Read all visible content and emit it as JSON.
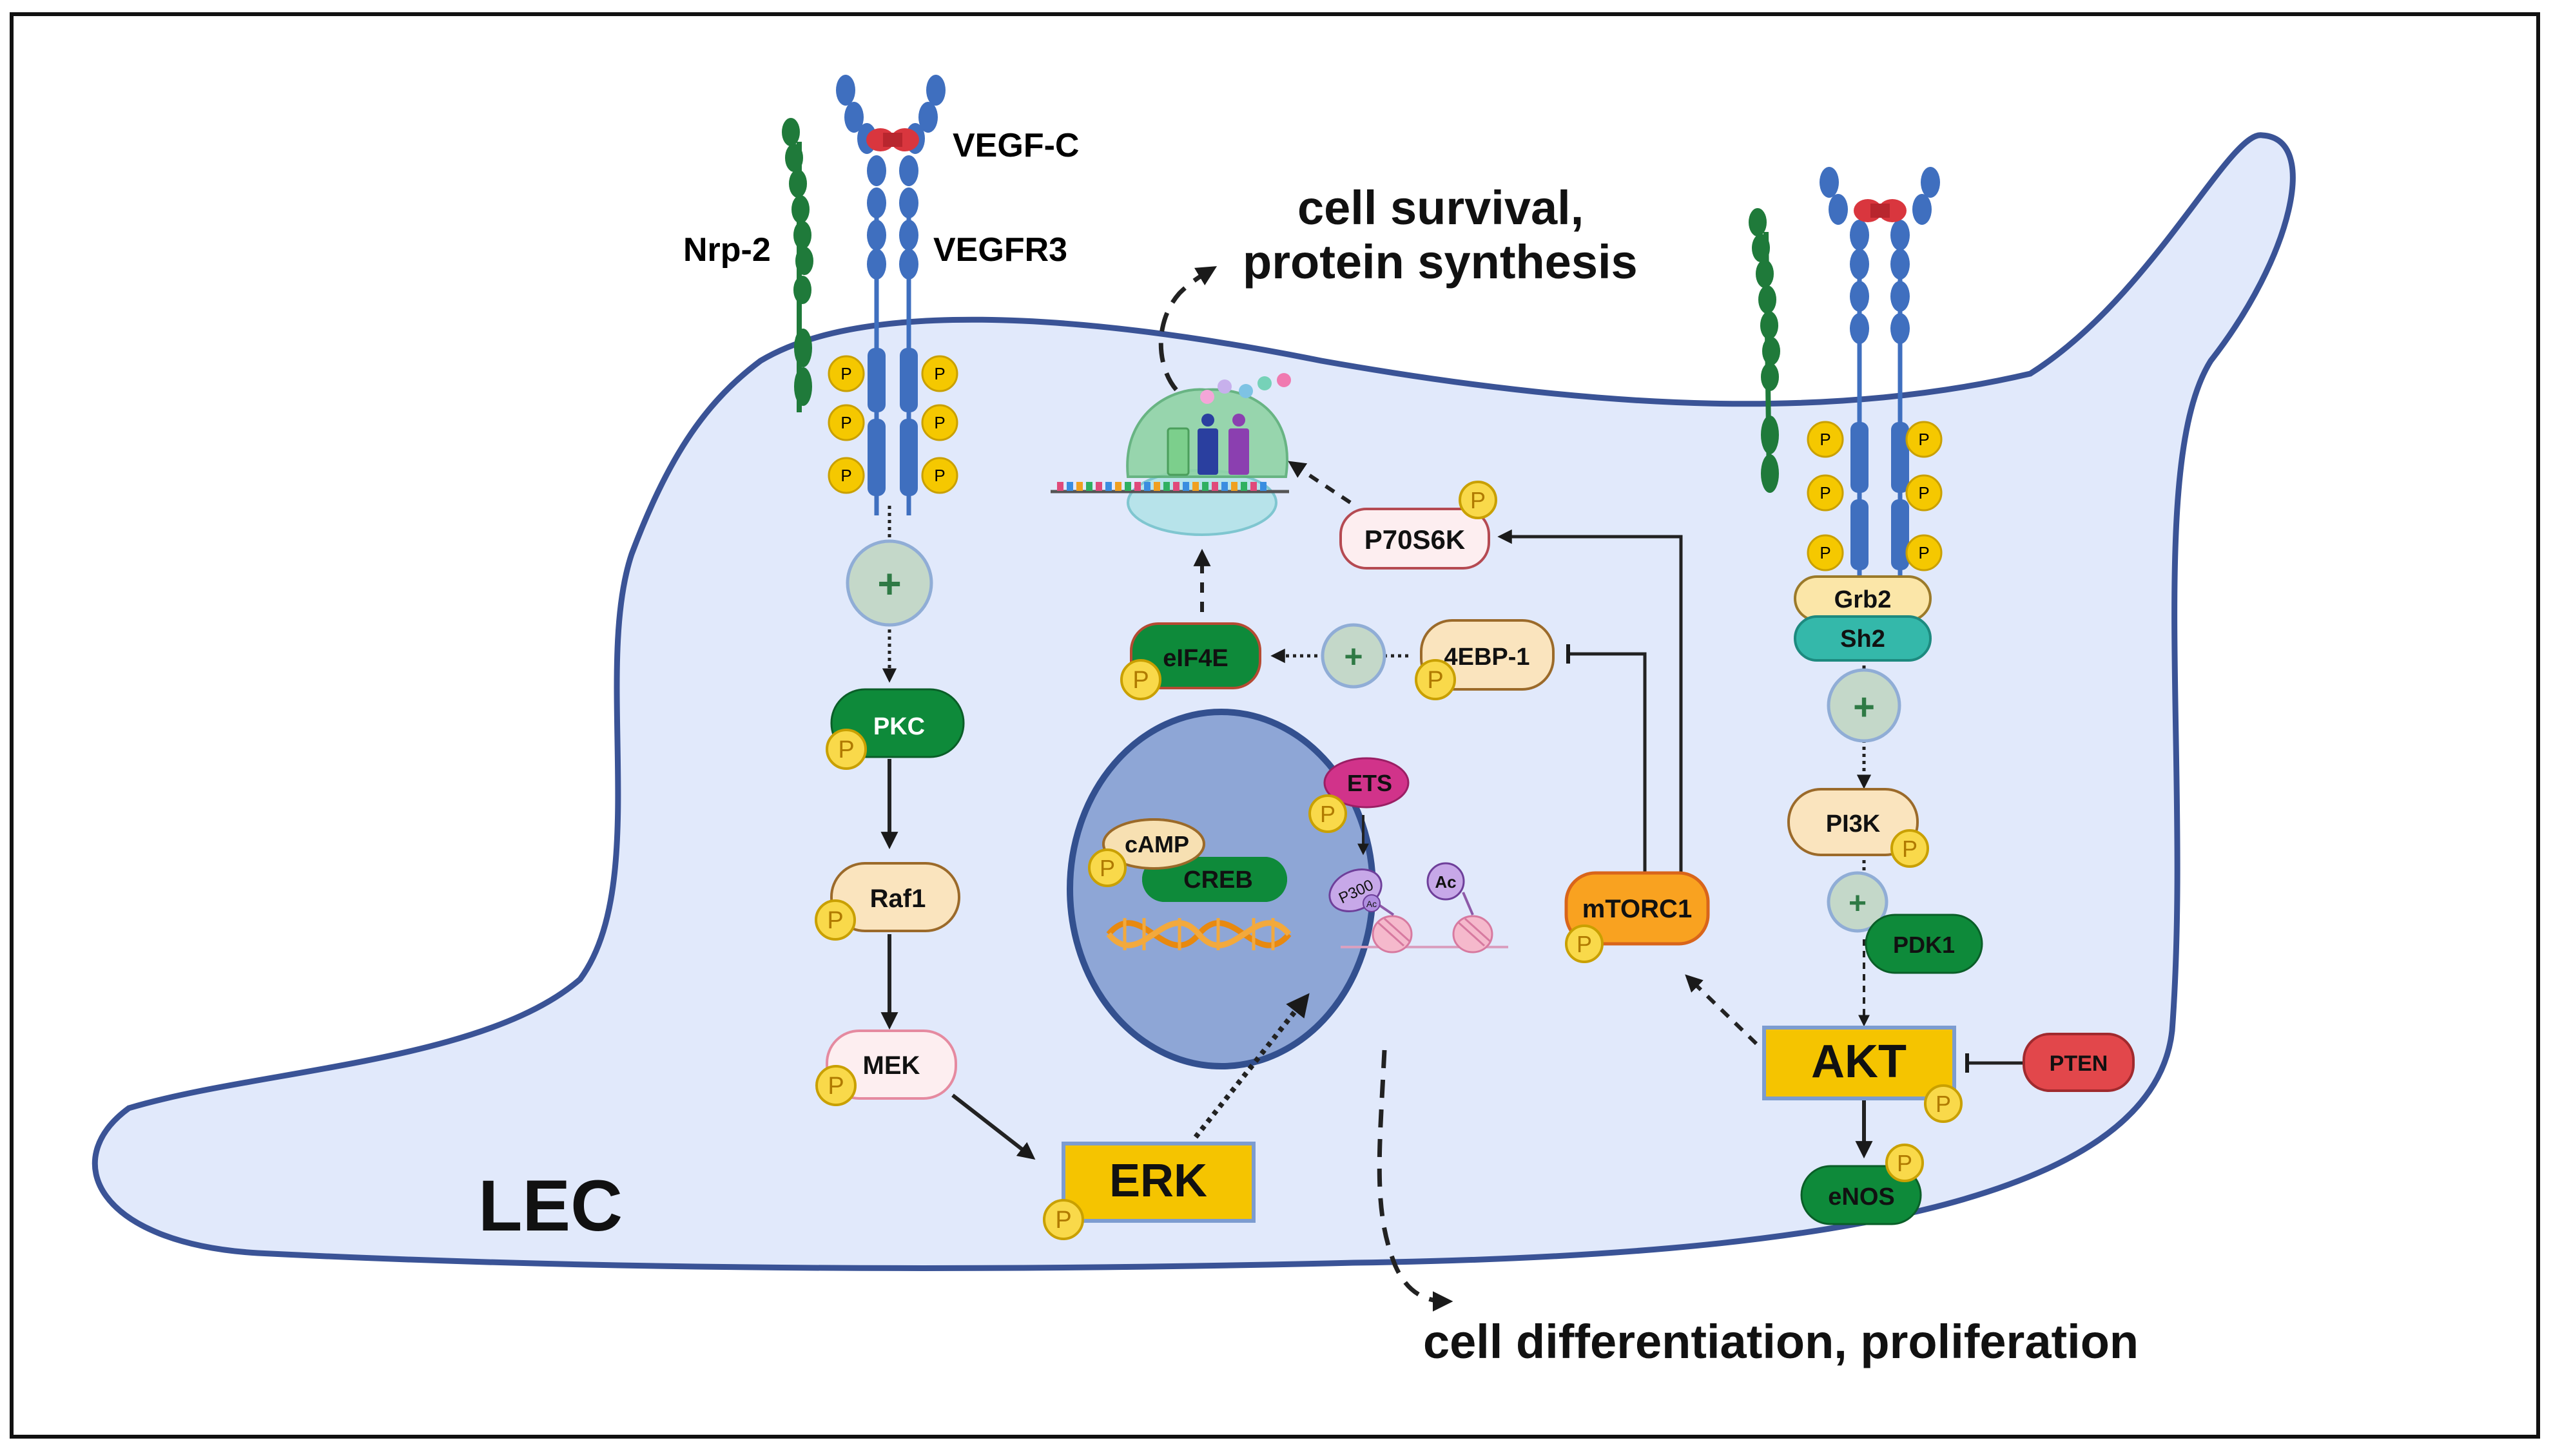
{
  "cell_label": "LEC",
  "outcomes": {
    "survival_line1": "cell survival,",
    "survival_line2": "protein synthesis",
    "differentiation": "cell differentiation,  proliferation"
  },
  "receptor_labels": {
    "ligand": "VEGF-C",
    "coreceptor": "Nrp-2",
    "receptor": "VEGFR3"
  },
  "phospho_symbol": "P",
  "activation_symbol": "+",
  "nodes": {
    "pkc": "PKC",
    "raf1": "Raf1",
    "mek": "MEK",
    "erk": "ERK",
    "eif4e": "eIF4E",
    "ebp1": "4EBP-1",
    "p70s6k": "P70S6K",
    "mtorc1": "mTORC1",
    "grb2": "Grb2",
    "sh2": "Sh2",
    "pi3k": "PI3K",
    "pdk1": "PDK1",
    "akt": "AKT",
    "pten": "PTEN",
    "enos": "eNOS"
  },
  "nucleus": {
    "camp": "cAMP",
    "creb": "CREB",
    "ets": "ETS",
    "p300": "P300",
    "ac_small": "Ac",
    "ac": "Ac"
  },
  "colors": {
    "cell_fill": "#e1e9fb",
    "cell_stroke": "#3a5396",
    "nucleus_fill": "#8ea6d6",
    "nucleus_stroke": "#33508f",
    "receptor_blue": "#3f6fbf",
    "nrp_green": "#1f7a3a",
    "ligand_red": "#d9363e",
    "phospho_yellow": "#f5c800",
    "activation_green": "#2f7a45",
    "erk_akt_yellow": "#f5c400",
    "pkc_green": "#0e8a3a",
    "pten_red": "#e2474b",
    "sh2_teal": "#34b8aa"
  }
}
